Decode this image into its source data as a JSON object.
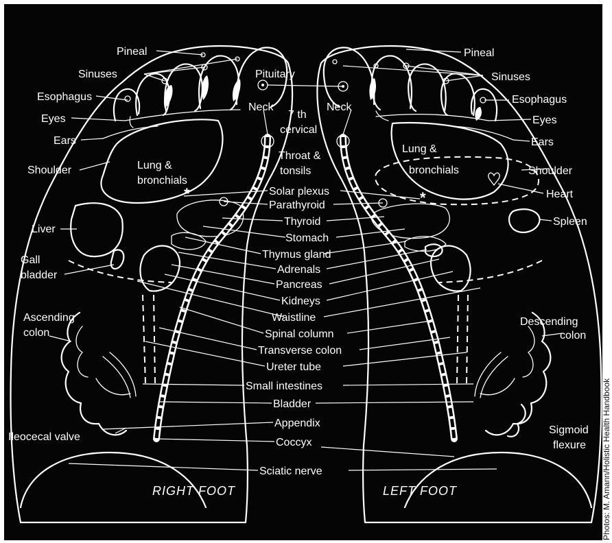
{
  "colors": {
    "background": "#050505",
    "lines": "#ffffff",
    "frame": "#ffffff"
  },
  "captions": {
    "right_foot": "RIGHT FOOT",
    "left_foot": "LEFT FOOT"
  },
  "credit": "Photos: M. Amann/Holistic Health Handbook",
  "labels": {
    "pineal_r": "Pineal",
    "sinuses_r": "Sinuses",
    "esophagus_r": "Esophagus",
    "eyes_r": "Eyes",
    "ears_r": "Ears",
    "shoulder_r": "Shoulder",
    "liver": "Liver",
    "gall_bladder_1": "Gall",
    "gall_bladder_2": "bladder",
    "ascending_colon_1": "Ascending",
    "ascending_colon_2": "colon",
    "ileocecal_valve": "Ileocecal valve",
    "lung_r_1": "Lung &",
    "lung_r_2": "bronchials",
    "pituitary": "Pituitary",
    "neck_r": "Neck",
    "neck_l": "Neck",
    "cervical_1": "7 th",
    "cervical_2": "cervical",
    "throat_1": "Throat &",
    "throat_2": "tonsils",
    "solar_plexus": "Solar plexus",
    "parathyroid": "Parathyroid",
    "thyroid": "Thyroid",
    "stomach": "Stomach",
    "thymus_gland": "Thymus gland",
    "adrenals": "Adrenals",
    "pancreas": "Pancreas",
    "kidneys": "Kidneys",
    "waistline": "Waistline",
    "spinal_column": "Spinal column",
    "transverse_colon": "Transverse colon",
    "ureter_tube": "Ureter tube",
    "small_intestines": "Small intestines",
    "bladder": "Bladder",
    "appendix": "Appendix",
    "coccyx": "Coccyx",
    "sciatic_nerve": "Sciatic nerve",
    "pineal_l": "Pineal",
    "sinuses_l": "Sinuses",
    "esophagus_l": "Esophagus",
    "eyes_l": "Eyes",
    "ears_l": "Ears",
    "shoulder_l": "Shoulder",
    "heart": "Heart",
    "spleen": "Spleen",
    "lung_l_1": "Lung &",
    "lung_l_2": "bronchials",
    "descending_colon_1": "Descending",
    "descending_colon_2": "colon",
    "sigmoid_flexure_1": "Sigmoid",
    "sigmoid_flexure_2": "flexure"
  }
}
